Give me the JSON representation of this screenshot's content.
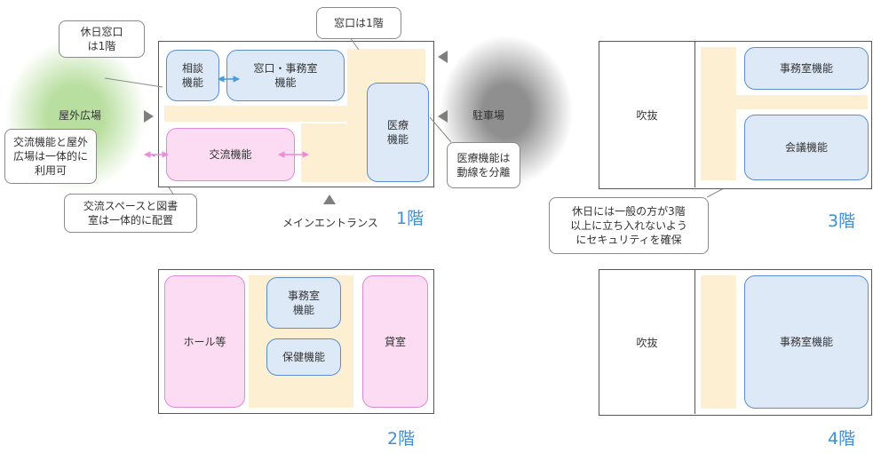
{
  "floors": {
    "f1": {
      "label": "1階",
      "rooms": {
        "consult": "相談\n機能",
        "office": "窓口・事務室\n機能",
        "medical": "医療\n機能",
        "exchange": "交流機能"
      },
      "labels": {
        "outdoor_plaza": "屋外広場",
        "parking": "駐車場",
        "main_entrance": "メインエントランス"
      },
      "callouts": {
        "holiday_window": "休日窓口\nは1階",
        "window_floor": "窓口は1階",
        "exchange_outdoor": "交流機能と屋外\n広場は一体的に\n利用可",
        "exchange_library": "交流スペースと図書\n室は一体的に配置",
        "medical_flow": "医療機能は\n動線を分離"
      }
    },
    "f2": {
      "label": "2階",
      "rooms": {
        "hall": "ホール等",
        "office": "事務室\n機能",
        "health": "保健機能",
        "rental": "貸室"
      }
    },
    "f3": {
      "label": "3階",
      "rooms": {
        "atrium": "吹抜",
        "office": "事務室機能",
        "meeting": "会議機能"
      },
      "callouts": {
        "security": "休日には一般の方が3階\n以上に立ち入れないよう\nにセキュリティを確保"
      }
    },
    "f4": {
      "label": "4階",
      "rooms": {
        "atrium": "吹抜",
        "office": "事務室機能"
      }
    }
  },
  "colors": {
    "function_room": "#dde9f7",
    "exchange_room": "#fbdcf3",
    "corridor": "#fcefd2",
    "floor_label": "#3d8fd6",
    "outdoor_glow": "#b9dfa0",
    "parking_glow": "#9a9a9a"
  }
}
